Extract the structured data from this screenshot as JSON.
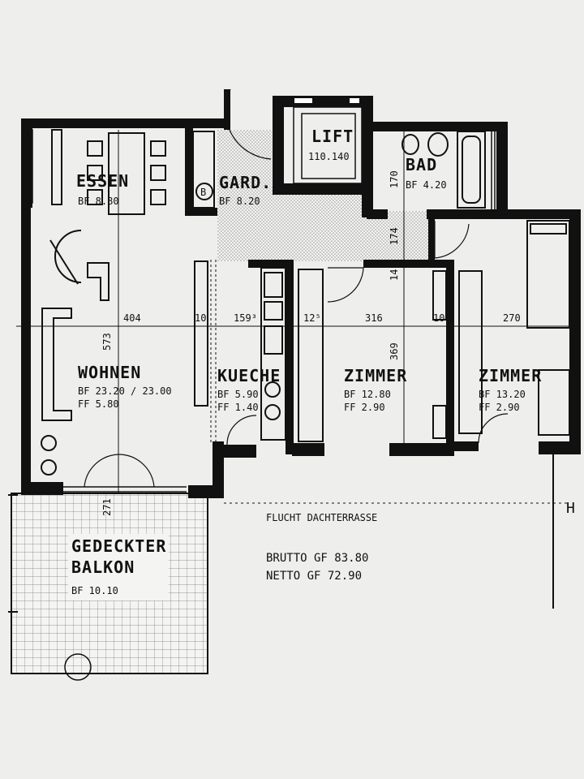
{
  "rooms": {
    "essen": {
      "name": "ESSEN",
      "bf": "BF 8.80"
    },
    "gard": {
      "name": "GARD.",
      "bf": "BF 8.20"
    },
    "lift": {
      "name": "LIFT",
      "size": "110.140"
    },
    "bad": {
      "name": "BAD",
      "bf": "BF 4.20"
    },
    "wohnen": {
      "name": "WOHNEN",
      "bf": "BF 23.20 / 23.00",
      "ff": "FF  5.80"
    },
    "kueche": {
      "name": "KUECHE",
      "bf": "BF 5.90",
      "ff": "FF 1.40"
    },
    "zimmer1": {
      "name": "ZIMMER",
      "bf": "BF 12.80",
      "ff": "FF  2.90"
    },
    "zimmer2": {
      "name": "ZIMMER",
      "bf": "BF 13.20",
      "ff": "FF  2.90"
    },
    "balkon": {
      "name1": "GEDECKTER",
      "name2": "BALKON",
      "bf": "BF 10.10"
    }
  },
  "boiler_symbol": "B",
  "dimensions": {
    "d404": "404",
    "d10a": "10",
    "d159": "159³",
    "d12": "12⁵",
    "d316": "316",
    "d10b": "10",
    "d270": "270",
    "d573": "573",
    "d369": "369",
    "d170": "170",
    "d174": "174",
    "d14": "14",
    "d271": "271"
  },
  "annotations": {
    "flucht": "FLUCHT DACHTERRASSE",
    "brutto": "BRUTTO GF  83.80",
    "netto": "NETTO  GF  72.90",
    "marker": "H"
  }
}
